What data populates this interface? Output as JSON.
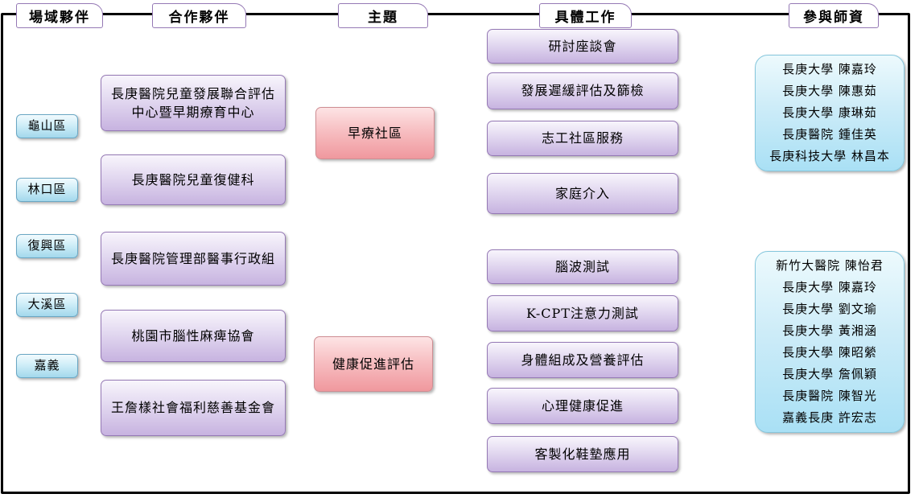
{
  "headers": [
    {
      "label": "場域夥伴"
    },
    {
      "label": "合作夥伴"
    },
    {
      "label": "主題"
    },
    {
      "label": "具體工作"
    },
    {
      "label": "參與師資"
    }
  ],
  "regions": [
    {
      "label": "龜山區"
    },
    {
      "label": "林口區"
    },
    {
      "label": "復興區"
    },
    {
      "label": "大溪區"
    },
    {
      "label": "嘉義"
    }
  ],
  "partners": [
    {
      "label": "長庚醫院兒童發展聯合評估中心暨早期療育中心"
    },
    {
      "label": "長庚醫院兒童復健科"
    },
    {
      "label": "長庚醫院管理部醫事行政組"
    },
    {
      "label": "桃園市腦性麻痺協會"
    },
    {
      "label": "王詹樣社會福利慈善基金會"
    }
  ],
  "themes": [
    {
      "label": "早療社區"
    },
    {
      "label": "健康促進評估"
    }
  ],
  "tasks": [
    {
      "label": "研討座談會"
    },
    {
      "label": "發展遲緩評估及篩檢"
    },
    {
      "label": "志工社區服務"
    },
    {
      "label": "家庭介入"
    },
    {
      "label": "腦波測試"
    },
    {
      "label": "K-CPT注意力測試"
    },
    {
      "label": "身體組成及營養評估"
    },
    {
      "label": "心理健康促進"
    },
    {
      "label": "客製化鞋墊應用"
    }
  ],
  "faculty": [
    {
      "lines": [
        "長庚大學 陳嘉玲",
        "長庚大學 陳惠茹",
        "長庚大學 康琳茹",
        "長庚醫院 鍾佳英",
        "長庚科技大學 林昌本"
      ]
    },
    {
      "lines": [
        "新竹大醫院 陳怡君",
        "長庚大學 陳嘉玲",
        "長庚大學 劉文瑜",
        "長庚大學 黃湘涵",
        "長庚大學 陳昭縈",
        "長庚大學 詹佩穎",
        "長庚醫院 陳智光",
        "嘉義長庚 許宏志"
      ]
    }
  ],
  "colors": {
    "frame": "#000000",
    "header_border": "#9579b5",
    "purple_box_top": "#f8f5fc",
    "purple_box_bottom": "#c7b3e0",
    "purple_border": "#9579b5",
    "pink_box_top": "#fde4e5",
    "pink_box_bottom": "#f0989e",
    "pink_border": "#cf8e93",
    "blue_box_top": "#f2fbfe",
    "blue_box_bottom": "#a3d8ec",
    "blue_border": "#6aa7c4",
    "cyan_box_top": "#edfafd",
    "cyan_box_bottom": "#a9e0f5",
    "cyan_border": "#86c7dd"
  }
}
